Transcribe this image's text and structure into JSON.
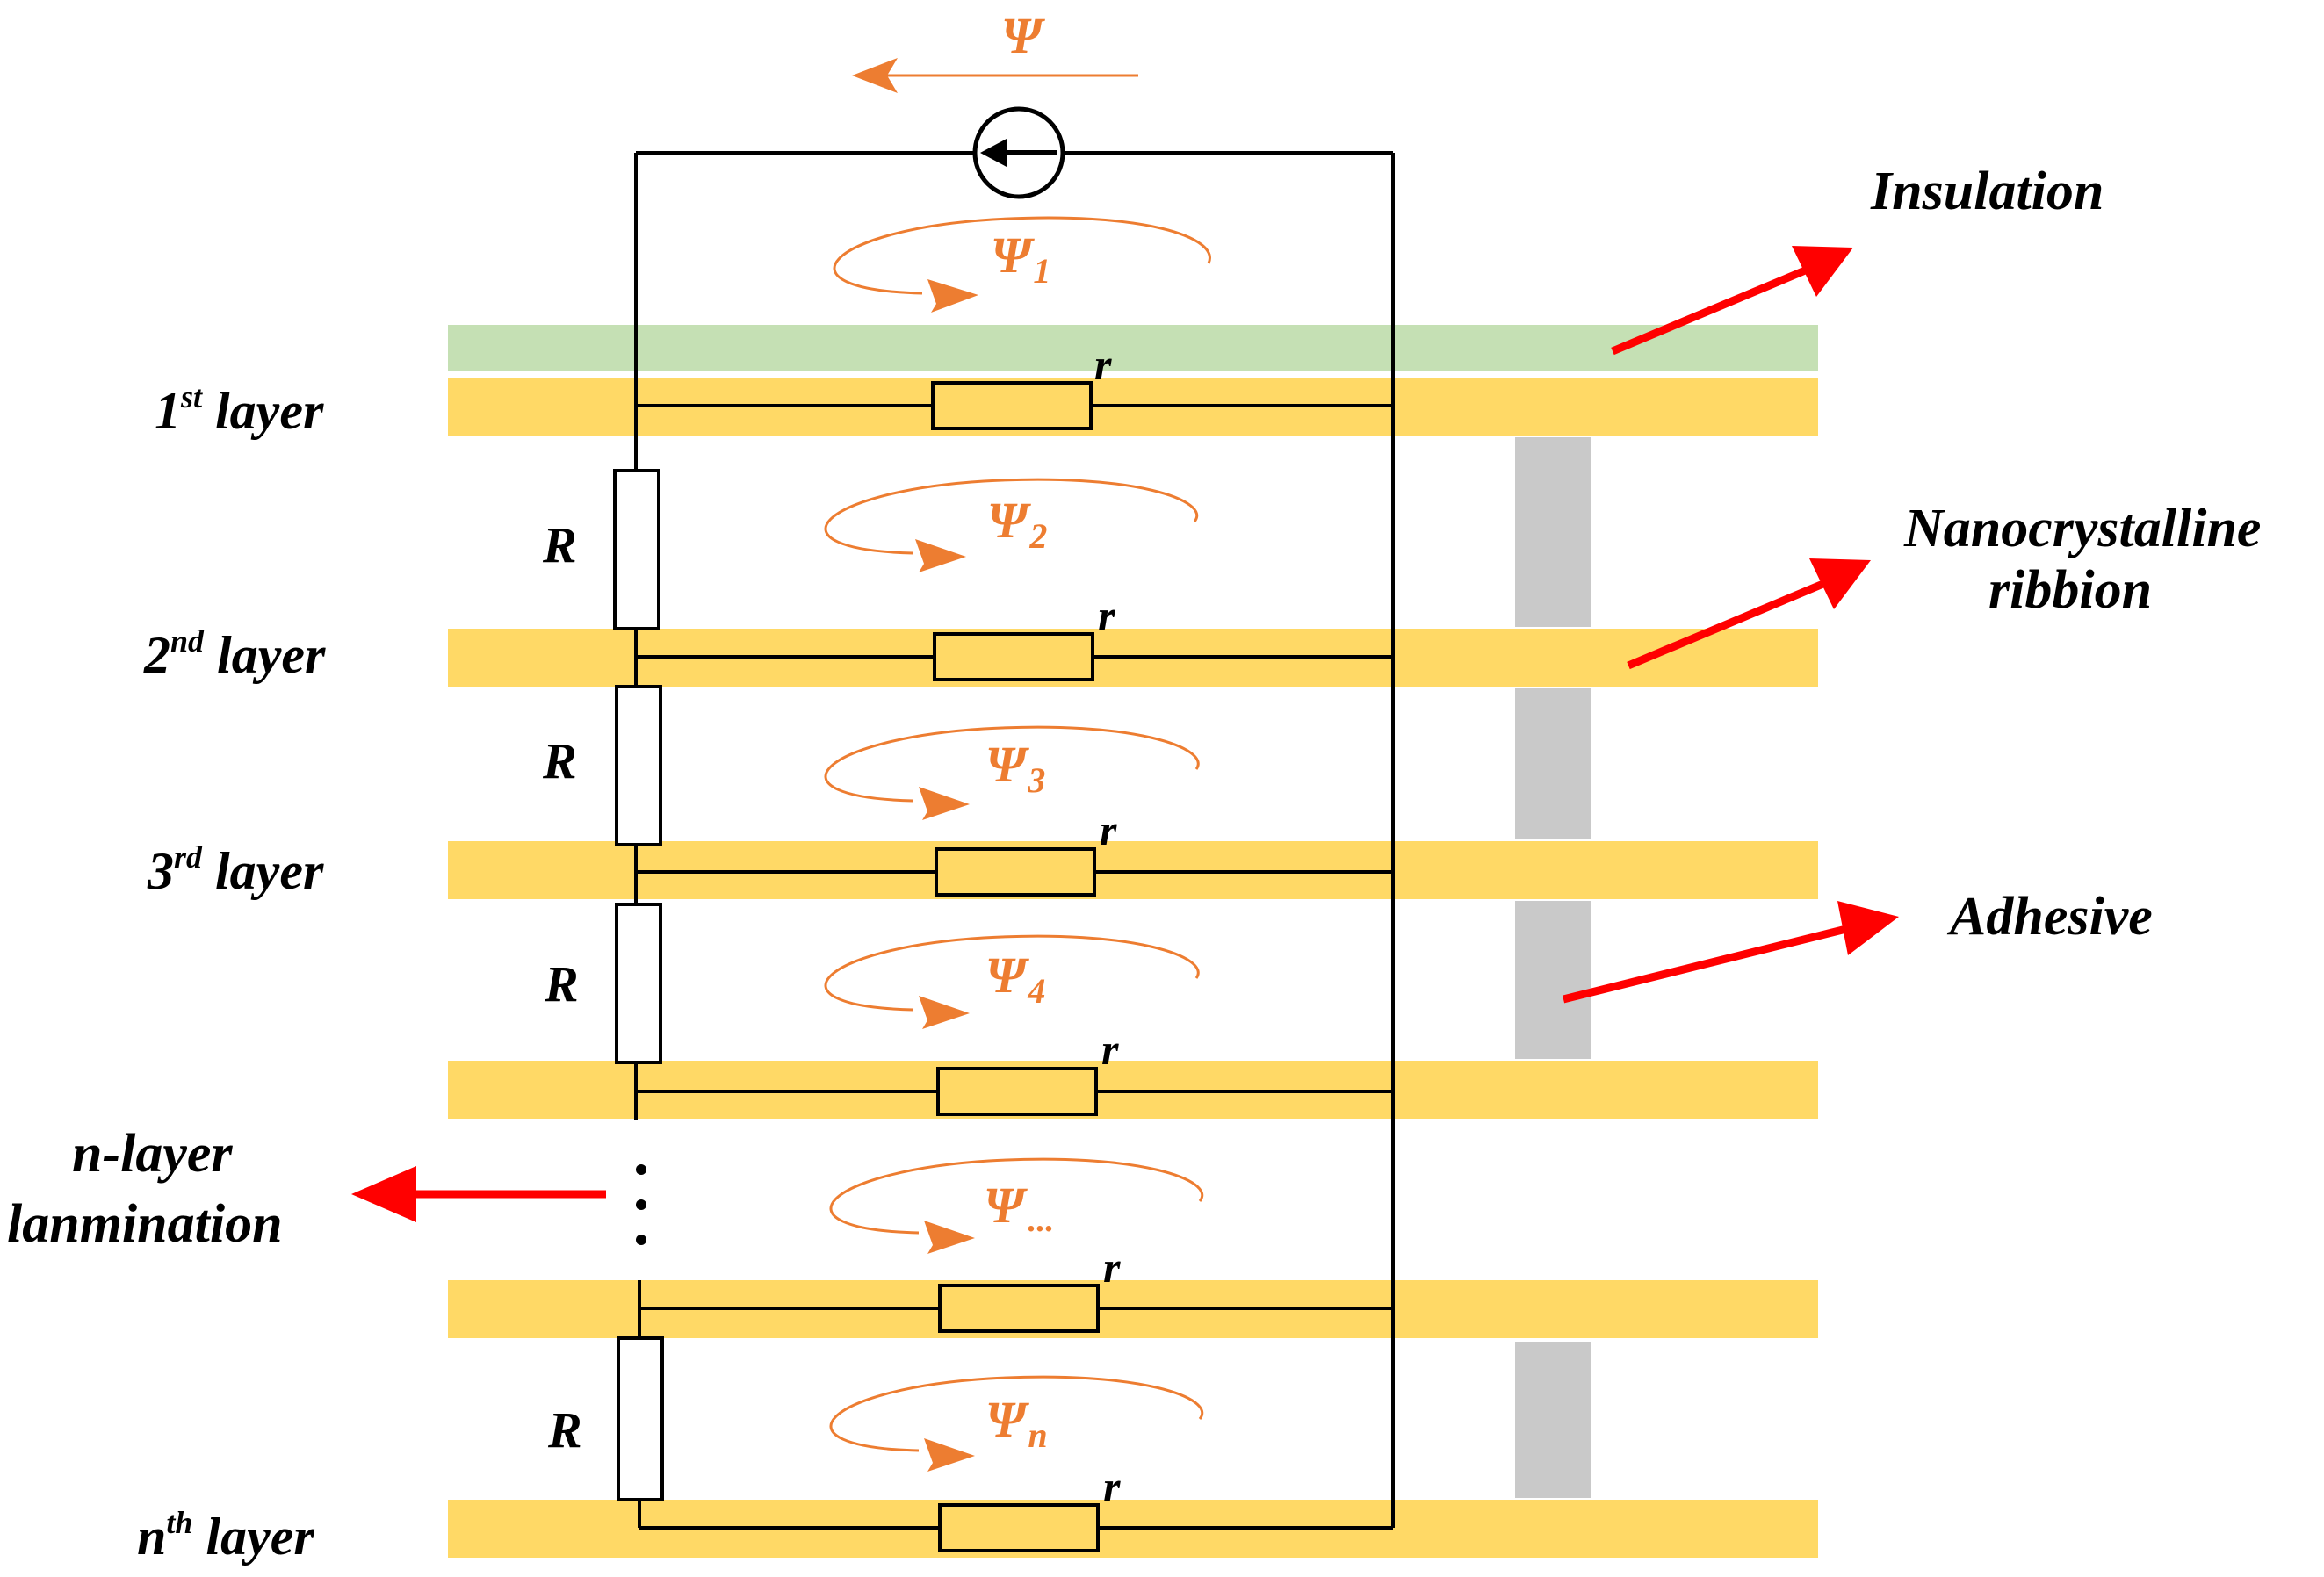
{
  "colors": {
    "ribbon": "#FFD966",
    "insulation": "#C5E0B4",
    "adhesive": "#C9C9C9",
    "flux": "#ED7D31",
    "callout_arrow": "#FF0000"
  },
  "flux_total": {
    "symbol": "Ψ"
  },
  "loops": [
    {
      "symbol": "Ψ",
      "sub": "1"
    },
    {
      "symbol": "Ψ",
      "sub": "2"
    },
    {
      "symbol": "Ψ",
      "sub": "3"
    },
    {
      "symbol": "Ψ",
      "sub": "4"
    },
    {
      "symbol": "Ψ",
      "sub": "..."
    },
    {
      "symbol": "Ψ",
      "sub": "n"
    }
  ],
  "layers": [
    {
      "num": "1",
      "sup": "st",
      "word": " layer"
    },
    {
      "num": "2",
      "sup": "nd",
      "word": " layer"
    },
    {
      "num": "3",
      "sup": "rd",
      "word": " layer"
    },
    {
      "num": "n",
      "sup": "th",
      "word": " layer"
    }
  ],
  "resistor_labels": {
    "vertical": "R",
    "horizontal": "r"
  },
  "callouts": {
    "insulation": "Insulation",
    "nanocrystalline_line1": "Nanocrystalline",
    "nanocrystalline_line2": "ribbion",
    "adhesive": "Adhesive",
    "lamination_line1": "n-layer",
    "lamination_line2": "lanmination"
  },
  "ellipsis": "⋮"
}
